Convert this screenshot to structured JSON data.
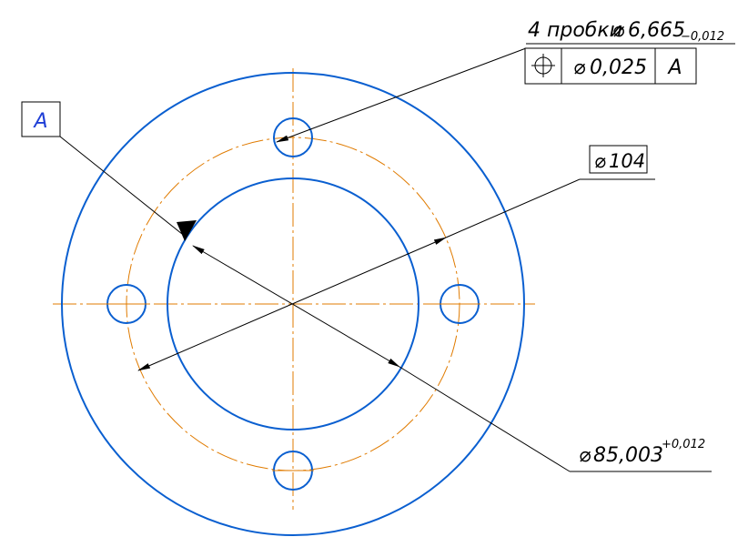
{
  "colors": {
    "contour": "#0a5fd0",
    "axis": "#e07b00",
    "dimension": "#000000",
    "datum_letter": "#1f3fd6",
    "background": "#ffffff"
  },
  "datum": {
    "letter": "A"
  },
  "holes_callout": {
    "count_text": "4 пробки",
    "diameter_symbol": "⌀",
    "diameter_value": "6,665",
    "tolerance_lower": "−0,012"
  },
  "position_frame": {
    "symbol_icon": "position-tolerance-icon",
    "diameter_symbol": "⌀",
    "tolerance_value": "0,025",
    "datum_ref": "A"
  },
  "dim_outer": {
    "diameter_symbol": "⌀",
    "value": "104"
  },
  "dim_inner": {
    "diameter_symbol": "⌀",
    "value": "85,003",
    "tolerance_upper": "+0,012"
  }
}
